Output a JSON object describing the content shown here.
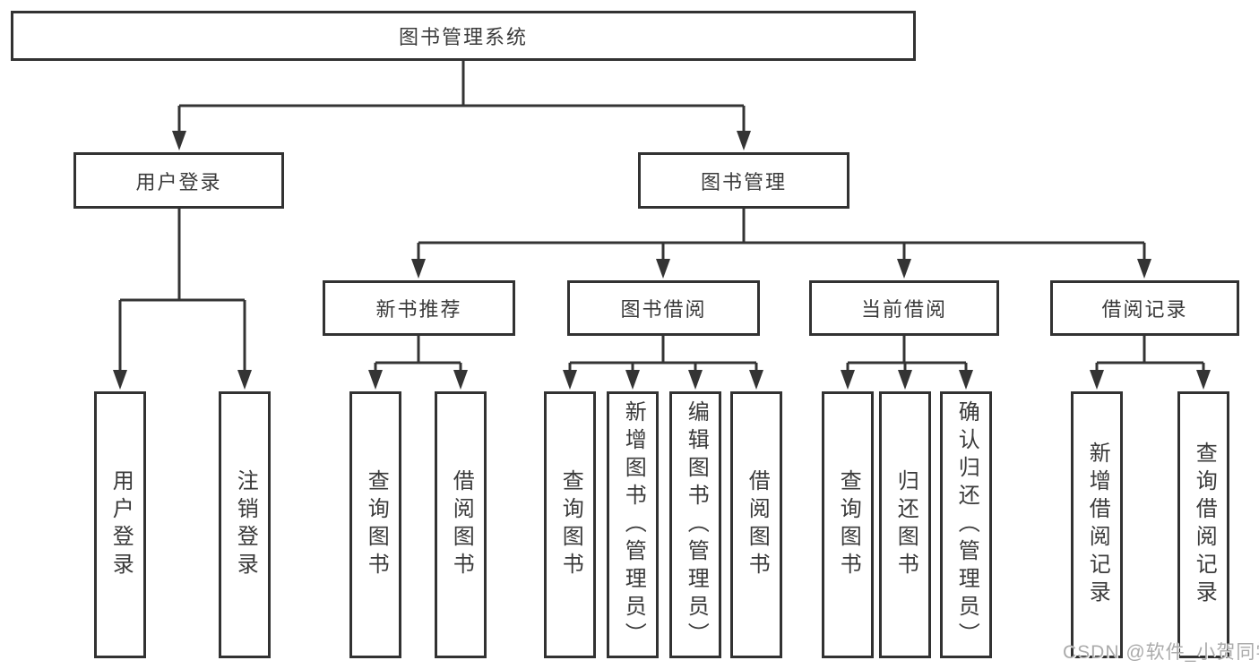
{
  "diagram_type": "tree",
  "tree": {
    "label": "图书管理系统",
    "children": [
      {
        "label": "用户登录",
        "children": [
          {
            "label": "用户登录"
          },
          {
            "label": "注销登录"
          }
        ]
      },
      {
        "label": "图书管理",
        "children": [
          {
            "label": "新书推荐",
            "children": [
              {
                "label": "查询图书"
              },
              {
                "label": "借阅图书"
              }
            ]
          },
          {
            "label": "图书借阅",
            "children": [
              {
                "label": "查询图书"
              },
              {
                "label": "新增图书（管理员）"
              },
              {
                "label": "编辑图书（管理员）"
              },
              {
                "label": "借阅图书"
              }
            ]
          },
          {
            "label": "当前借阅",
            "children": [
              {
                "label": "查询图书"
              },
              {
                "label": "归还图书"
              },
              {
                "label": "确认归还（管理员）"
              }
            ]
          },
          {
            "label": "借阅记录",
            "children": [
              {
                "label": "新增借阅记录"
              },
              {
                "label": "查询借阅记录"
              }
            ]
          }
        ]
      }
    ]
  },
  "watermark": {
    "text": "CSDN @软件_小贺同学"
  },
  "colors": {
    "background": "#ffffff",
    "box_border": "#323232",
    "connector_line": "#343434",
    "text": "#3a3a3a",
    "watermark_text": "#ababab"
  }
}
